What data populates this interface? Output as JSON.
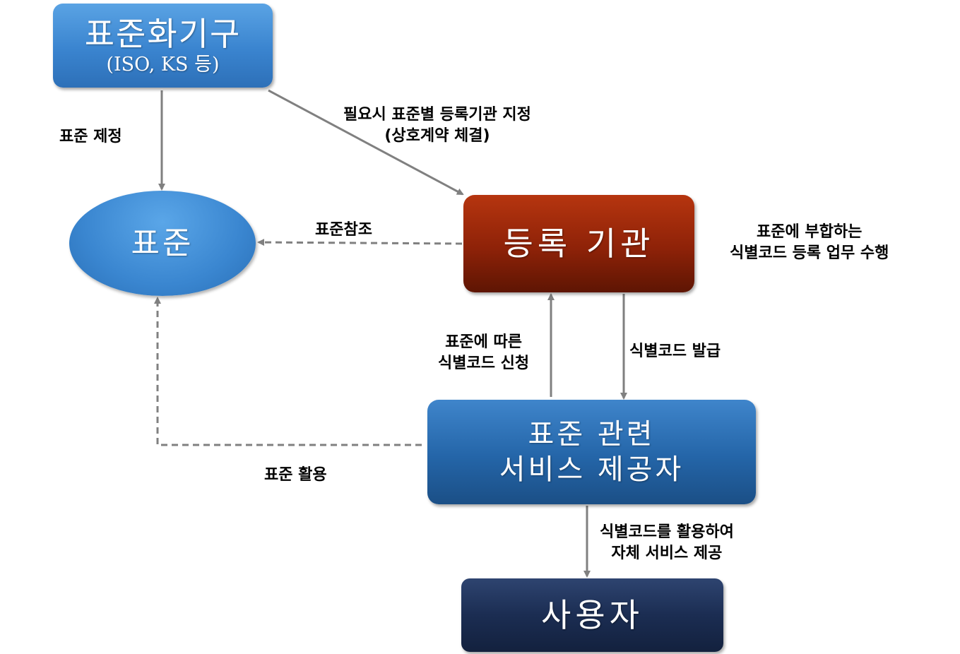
{
  "nodes": {
    "standards_body": {
      "title": "표준화기구",
      "subtitle": "(ISO, KS 등)"
    },
    "standard": {
      "title": "표준"
    },
    "registration_authority": {
      "title": "등록 기관"
    },
    "service_provider": {
      "line1": "표준 관련",
      "line2": "서비스 제공자"
    },
    "user": {
      "title": "사용자"
    }
  },
  "edges": {
    "establish_standard": {
      "label": "표준 제정"
    },
    "designate_authority": {
      "line1": "필요시 표준별 등록기관 지정",
      "line2": "(상호계약 체결)"
    },
    "reference_standard": {
      "label": "표준참조"
    },
    "apply_code": {
      "line1": "표준에 따른",
      "line2": "식별코드 신청"
    },
    "issue_code": {
      "label": "식별코드 발급"
    },
    "use_standard": {
      "label": "표준 활용"
    },
    "provide_service": {
      "line1": "식별코드를 활용하여",
      "line2": "자체 서비스 제공"
    }
  },
  "notes": {
    "authority_role": {
      "line1": "표준에 부합하는",
      "line2": "식별코드 등록 업무 수행"
    }
  },
  "colors": {
    "arrow": "#808080",
    "standards_body": "#3a84cf",
    "standard": "#3a86d0",
    "registration_authority": "#8e2208",
    "service_provider": "#2465a8",
    "user": "#1b2d52"
  }
}
